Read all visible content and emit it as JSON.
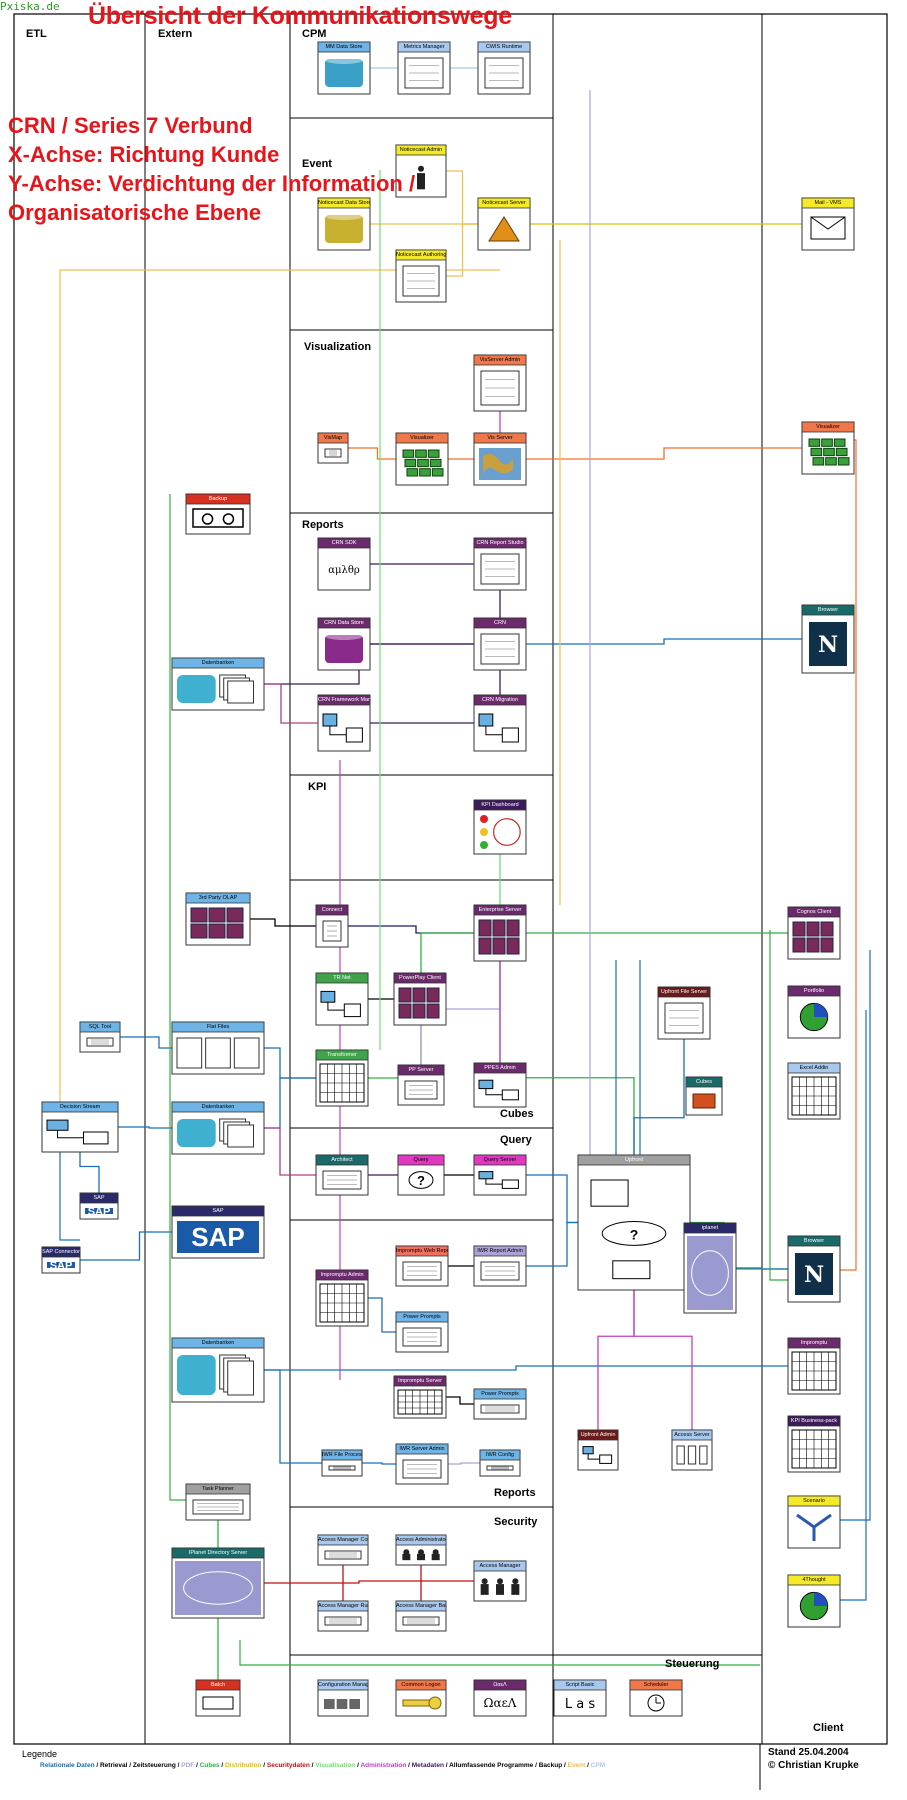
{
  "watermark": "Pxiska.de",
  "title": "Übersicht der Kommunikationswege",
  "subtitle_lines": [
    "CRN / Series 7 Verbund",
    "X-Achse: Richtung Kunde",
    "Y-Achse: Verdichtung der Information /",
    "Organisatorische Ebene"
  ],
  "columns": {
    "etl": "ETL",
    "extern": "Extern",
    "client": "Client"
  },
  "sections": {
    "cpm": "CPM",
    "event": "Event",
    "visualization": "Visualization",
    "reports": "Reports",
    "kpi": "KPI",
    "cubes": "Cubes",
    "query": "Query",
    "reports2": "Reports",
    "security": "Security",
    "steuerung": "Steuerung"
  },
  "nodes": {
    "mm_data_store": "MM Data Store",
    "metrics_manager": "Metrics Manager",
    "cwis_runtime": "CWIS Runtime",
    "noticecast_admin": "Noticecast Admin",
    "noticecast_datastore": "Noticecast Data Store",
    "noticecast_server": "Noticecast Server",
    "noticecast_authoring": "Noticecast Authoring",
    "mail_vms": "Mail - VMS",
    "vis_server_admin": "VisServer Admin",
    "vismap": "VisMap",
    "visualizer_ext": "Visualizer",
    "vis_server": "Vis Server",
    "visualizer_client": "Visualizer",
    "etl_tape": "Backup",
    "crn_sdk": "CRN SDK",
    "crn_report_studio": "CRN Report Studio",
    "crn_data_store": "CRN Data Store",
    "crn": "CRN",
    "browser_top": "Browser",
    "datenbanken_1": "Datenbanken",
    "crn_framework_manager": "CRN Framework Manager",
    "crn_migration": "CRN Migration",
    "kpi_dashboard": "KPI Dashboard",
    "third_party_olap": "3rd Party OLAP",
    "connect": "Connect",
    "enterprise_server": "Enterprise Server",
    "cognos_client": "Cognos Client",
    "tr_net": "TR Net",
    "powerplay_client": "PowerPlay Client",
    "upfront_file_server": "Upfront File Server",
    "portfolio": "Portfolio",
    "sql_tool": "SQL Tool",
    "flat_files": "Flat Files",
    "transformer": "Transformer",
    "pp_server": "PP Server",
    "ppes_admin": "PPES Admin",
    "cubes_node": "Cubes",
    "excel_addin": "Excel Addin",
    "decision_stream": "Decision Stream",
    "datenbanken_2": "Datenbanken",
    "architect": "Architect",
    "query_node": "Query",
    "query_server": "Query Server",
    "upfront": "Upfront",
    "sap_small": "SAP",
    "sap_big": "SAP",
    "sap_connector": "SAP Connector",
    "iplanet": "iplanet",
    "browser_bottom": "Browser",
    "impromptu_admin": "Impromptu Admin",
    "impromptu_web_reports": "Impromptu Web Reports",
    "iwr_admin": "IWR Report Admin",
    "power_prompts": "Power Prompts",
    "datenbanken_3": "Datenbanken",
    "impromptu_client": "Impromptu",
    "impromptu_server": "Impromptu Server",
    "power_prompts_server": "Power Prompts",
    "upfront_admin": "Upfront Admin",
    "access_server": "Access Server",
    "kpi_business_pack": "KPI Business-pack",
    "iwr_file_processor": "IWR File Processor",
    "iwr_server_admin": "IWR Server Admin",
    "iwr_config": "IWR Config",
    "task_planner": "Task Planner",
    "scenario": "Scenario",
    "iplanet_directory": "IPlanet Directory Server",
    "access_manager_console": "Access Manager Console",
    "access_administrator": "Access Administrator",
    "access_manager": "Access Manager",
    "access_manager_runtime": "Access Manager Runtime",
    "access_mgr_batch": "Access Manager Batch",
    "four_thought": "4Thought",
    "backup_ext": "Batch",
    "configuration_manager": "Configuration Manager",
    "common_logon": "Common Logon",
    "cognos_symbols": "ΩαεΛ",
    "script_basic": "Script Basic",
    "scheduler": "Scheduler"
  },
  "node_colors": {
    "blue": "#6fb4e6",
    "purple": "#6b2a6b",
    "darkpurple": "#3d1a5a",
    "green": "#3ea34a",
    "orange": "#f0784a",
    "yellow": "#f5ea2a",
    "teal": "#1a6a6a",
    "darkred": "#6a1a1a",
    "red": "#d63020",
    "lightpurple": "#b0a0d8",
    "magenta": "#e038c0",
    "lightblue": "#a8c8ee",
    "gray": "#a0a0a0",
    "navy": "#2a2a6a",
    "salmon": "#f07060",
    "cyan": "#30a0d8",
    "khaki": "#e0c050"
  },
  "legend": {
    "label": "Legende",
    "items": [
      {
        "text": "Relationale Daten",
        "color": "#1a6fb6"
      },
      {
        "text": "Retrieval",
        "color": "#000000"
      },
      {
        "text": "Zeitsteuerung",
        "color": "#000000"
      },
      {
        "text": "PDF",
        "color": "#b0a0d8"
      },
      {
        "text": "Cubes",
        "color": "#30b040"
      },
      {
        "text": "Distribution",
        "color": "#e0c000"
      },
      {
        "text": "Securitydaten",
        "color": "#c01010"
      },
      {
        "text": "Visualisation",
        "color": "#70e070"
      },
      {
        "text": "Administration",
        "color": "#c040c0"
      },
      {
        "text": "Metadaten",
        "color": "#3d1a5a"
      },
      {
        "text": "Allumfassende Programme",
        "color": "#000000"
      },
      {
        "text": "Backup",
        "color": "#000000"
      },
      {
        "text": "Event",
        "color": "#f0c050"
      },
      {
        "text": "CPM",
        "color": "#a8c8ee"
      }
    ]
  },
  "stand": "Stand 25.04.2004",
  "author": "© Christian Krupke"
}
